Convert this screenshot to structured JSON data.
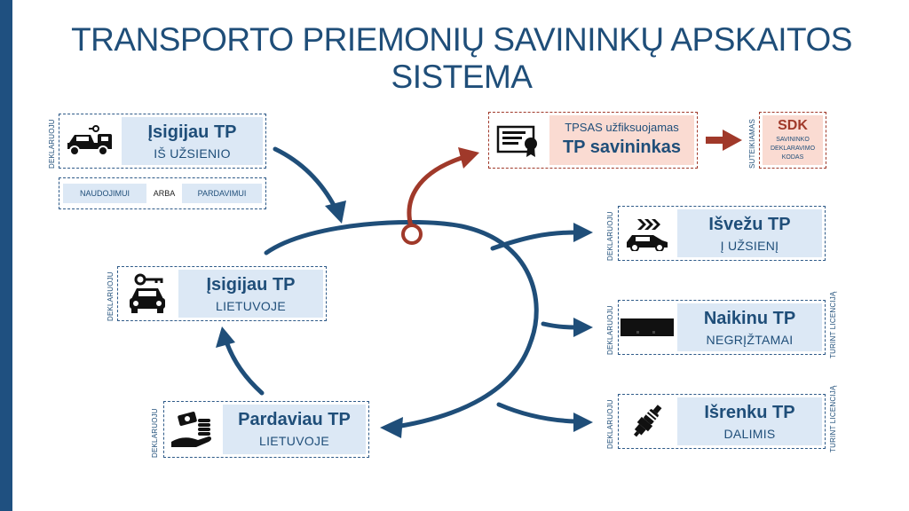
{
  "title": "TRANSPORTO PRIEMONIŲ SAVININKŲ APSKAITOS SISTEMA",
  "accent_colors": {
    "blue": "#1f4e79",
    "red": "#a0392a"
  },
  "boxes": {
    "import": {
      "title": "Įsigijau TP",
      "subtitle": "IŠ UŽSIENIO",
      "side": "DEKLARUOJU",
      "icon": "tow-truck-icon"
    },
    "import_options": {
      "left": "NAUDOJIMUI",
      "middle": "ARBA",
      "right": "PARDAVIMUI"
    },
    "local": {
      "title": "Įsigijau TP",
      "subtitle": "LIETUVOJE",
      "side": "DEKLARUOJU",
      "icon": "car-key-icon"
    },
    "sold": {
      "title": "Pardaviau TP",
      "subtitle": "LIETUVOJE",
      "side": "DEKLARUOJU",
      "icon": "money-hand-icon"
    },
    "tpsas": {
      "line1": "TPSAS užfiksuojamas",
      "line2": "TP savininkas",
      "icon": "certificate-icon"
    },
    "sdk": {
      "title": "SDK",
      "line1": "SAVININKO",
      "line2": "DEKLARAVIMO",
      "line3": "KODAS",
      "side": "SUTEIKIAMAS"
    },
    "export": {
      "title": "Išvežu TP",
      "subtitle": "Į UŽSIENĮ",
      "side": "DEKLARUOJU",
      "icon": "fast-car-icon"
    },
    "destroy": {
      "title": "Naikinu TP",
      "subtitle": "NEGRĮŽTAMAI",
      "side": "DEKLARUOJU",
      "side_right": "TURINT LICENCIJĄ",
      "icon": "crushed-car-icon"
    },
    "parts": {
      "title": "Išrenku TP",
      "subtitle": "DALIMIS",
      "side": "DEKLARUOJU",
      "side_right": "TURINT LICENCIJĄ",
      "icon": "spark-plug-icon"
    }
  }
}
